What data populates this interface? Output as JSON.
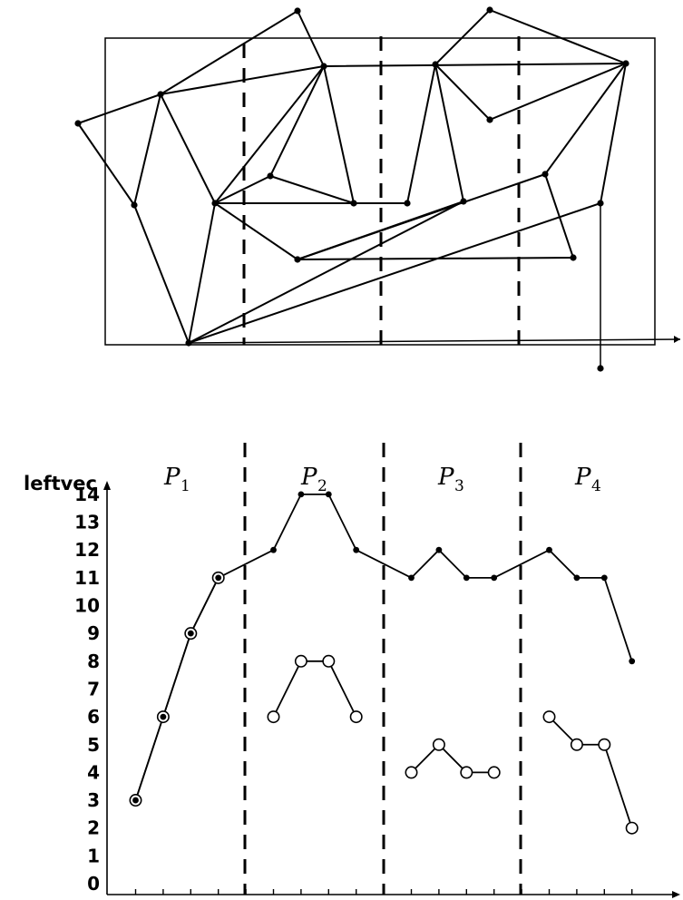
{
  "chart_data": {
    "type": "line",
    "ylabel": "leftvec",
    "ylim": [
      0,
      14
    ],
    "yticks": [
      "0",
      "1",
      "2",
      "3",
      "4",
      "5",
      "6",
      "7",
      "8",
      "9",
      "10",
      "11",
      "12",
      "13",
      "14"
    ],
    "partitions": [
      {
        "label": "P",
        "sub": "1"
      },
      {
        "label": "P",
        "sub": "2"
      },
      {
        "label": "P",
        "sub": "3"
      },
      {
        "label": "P",
        "sub": "4"
      }
    ],
    "x": [
      1,
      2,
      3,
      4,
      5,
      6,
      7,
      8,
      9,
      10,
      11,
      12,
      13,
      14,
      15,
      16,
      17,
      18,
      19
    ],
    "series": [
      {
        "marker": "dot",
        "values": [
          3,
          6,
          9,
          11,
          12,
          14,
          14,
          12,
          11,
          12,
          11,
          11,
          12,
          11,
          11,
          8
        ],
        "x": [
          1,
          2,
          3,
          4,
          6,
          7,
          8,
          9,
          11,
          12,
          13,
          14,
          16,
          17,
          18,
          19
        ]
      },
      {
        "marker": "circle",
        "segments": [
          {
            "x": [
              1,
              2,
              3,
              4
            ],
            "values": [
              3,
              6,
              9,
              11
            ]
          },
          {
            "x": [
              6,
              7,
              8,
              9
            ],
            "values": [
              6,
              8,
              8,
              6
            ]
          },
          {
            "x": [
              11,
              12,
              13,
              14
            ],
            "values": [
              4,
              5,
              4,
              4
            ]
          },
          {
            "x": [
              16,
              17,
              18,
              19
            ],
            "values": [
              6,
              5,
              5,
              2
            ]
          }
        ]
      }
    ]
  }
}
